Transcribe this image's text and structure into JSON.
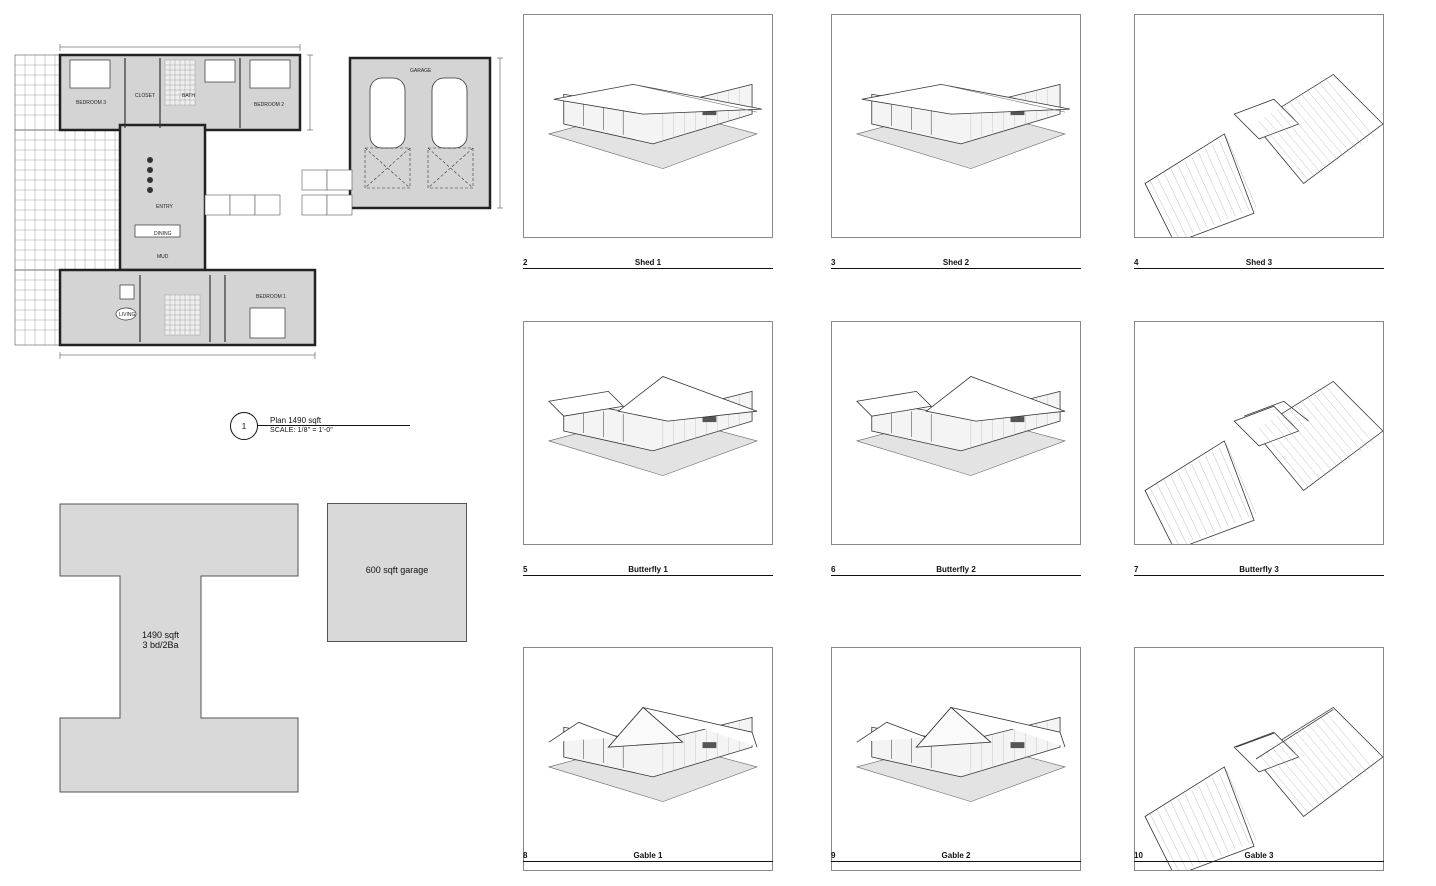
{
  "plan": {
    "rooms": {
      "bedroom3": "BEDROOM 3",
      "closet": "CLOSET",
      "bath": "BATH",
      "bedroom2": "BEDROOM 2",
      "garage": "GARAGE",
      "entry": "ENTRY",
      "dining": "DINING",
      "mud": "MUD",
      "living": "LIVING",
      "bedroom1": "BEDROOM 1"
    },
    "callout": {
      "number": "1",
      "title": "Plan 1490 sqft",
      "scale": "SCALE: 1/8\"  =  1'-0\""
    }
  },
  "massing": {
    "house_line1": "1490 sqft",
    "house_line2": "3 bd/2Ba",
    "garage": "600 sqft garage"
  },
  "views": [
    {
      "number": "2",
      "name": "Shed 1",
      "style": "shed",
      "angle": "front"
    },
    {
      "number": "3",
      "name": "Shed 2",
      "style": "shed",
      "angle": "side"
    },
    {
      "number": "4",
      "name": "Shed 3",
      "style": "shed",
      "angle": "aerial"
    },
    {
      "number": "5",
      "name": "Butterfly 1",
      "style": "butterfly",
      "angle": "front"
    },
    {
      "number": "6",
      "name": "Butterfly 2",
      "style": "butterfly",
      "angle": "side"
    },
    {
      "number": "7",
      "name": "Butterfly 3",
      "style": "butterfly",
      "angle": "aerial"
    },
    {
      "number": "8",
      "name": "Gable 1",
      "style": "gable",
      "angle": "front"
    },
    {
      "number": "9",
      "name": "Gable 2",
      "style": "gable",
      "angle": "side"
    },
    {
      "number": "10",
      "name": "Gable 3",
      "style": "gable",
      "angle": "aerial"
    }
  ]
}
